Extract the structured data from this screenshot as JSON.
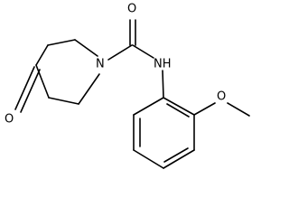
{
  "atoms": {
    "carbonyl_oxygen": "O",
    "amide_oxygen": "O",
    "ring_nitrogen": "N",
    "amide_nh": "NH",
    "methoxy_oxygen": "O"
  }
}
